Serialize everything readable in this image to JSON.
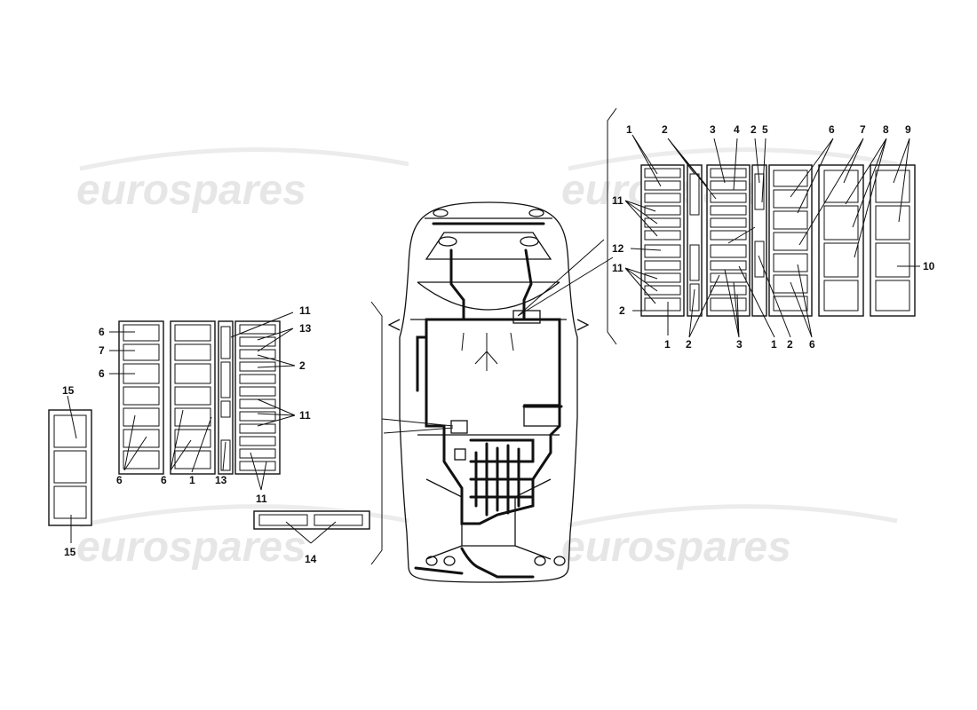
{
  "watermark": {
    "text": "eurospares",
    "color": "#e6e6e6"
  },
  "callouts": {
    "left": {
      "l_6a": "6",
      "l_7": "7",
      "l_6b": "6",
      "l_15a": "15",
      "l_15b": "15",
      "l_6c": "6",
      "l_6d": "6",
      "l_1": "1",
      "l_13a": "13",
      "l_11a": "11",
      "l_11b": "11",
      "l_13b": "13",
      "l_2": "2",
      "l_11c": "11",
      "l_14": "14"
    },
    "right": {
      "r_1a": "1",
      "r_2a": "2",
      "r_3a": "3",
      "r_4": "4",
      "r_2b": "2",
      "r_5": "5",
      "r_6a": "6",
      "r_7": "7",
      "r_8": "8",
      "r_9": "9",
      "r_11a": "11",
      "r_12": "12",
      "r_11b": "11",
      "r_2c": "2",
      "r_10": "10",
      "r_1b": "1",
      "r_2d": "2",
      "r_3b": "3",
      "r_1c": "1",
      "r_2e": "2",
      "r_6b": "6"
    }
  }
}
